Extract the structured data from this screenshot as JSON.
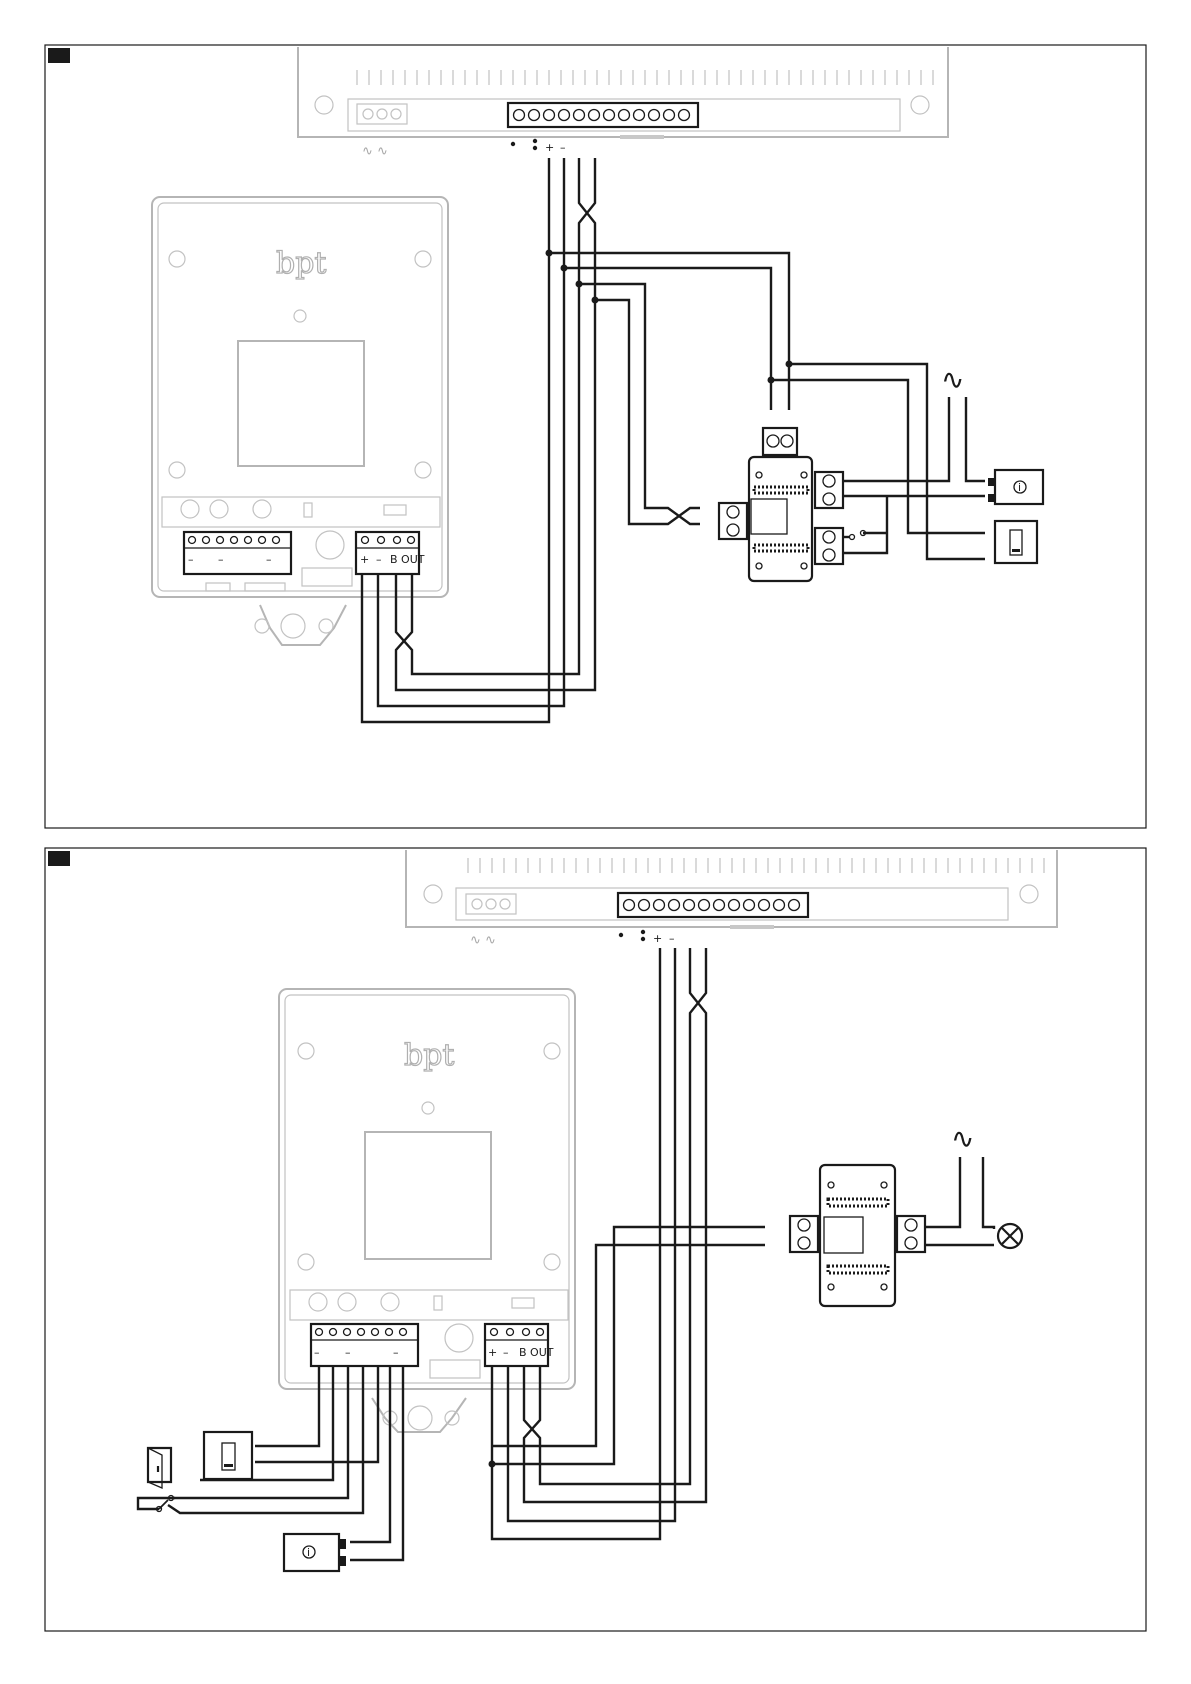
{
  "figures": [
    {
      "id": "fig-1",
      "supply_terminal_labels": "∿ ∿",
      "bus_terminal_labels": [
        "+",
        "–"
      ],
      "unit": {
        "logo": "bpt",
        "left_strip_labels": [
          "–",
          "–",
          "–"
        ],
        "right_strip_labels": [
          "+",
          "–",
          "B OUT"
        ]
      },
      "ac_symbol": "∿",
      "bell_push_symbol": "i"
    },
    {
      "id": "fig-2",
      "supply_terminal_labels": "∿ ∿",
      "bus_terminal_labels": [
        "+",
        "–"
      ],
      "unit": {
        "logo": "bpt",
        "left_strip_labels": [
          "–",
          "–",
          "–"
        ],
        "right_strip_labels": [
          "+",
          "–",
          "B OUT"
        ]
      },
      "ac_symbol": "∿",
      "bell_push_symbol": "i"
    }
  ]
}
